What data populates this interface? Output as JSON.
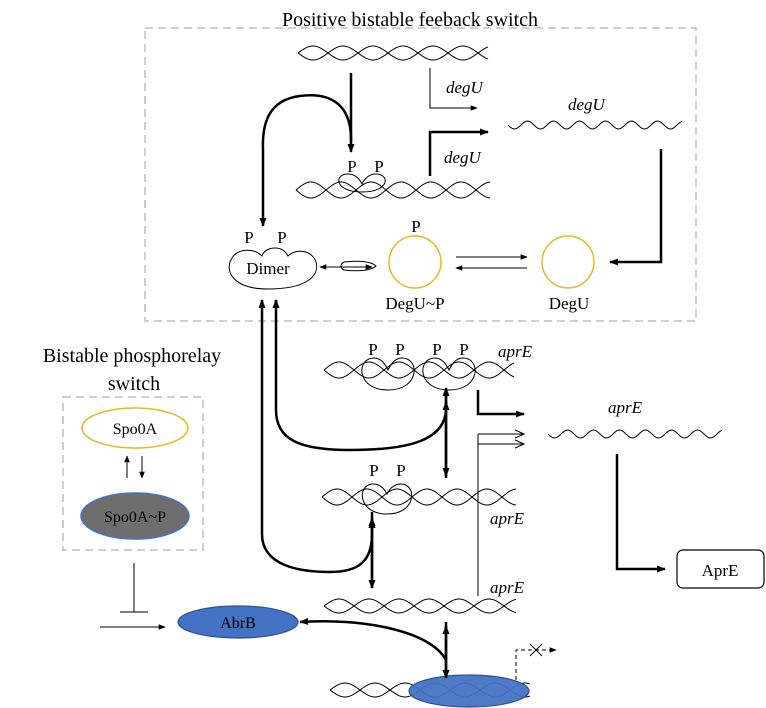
{
  "titles": {
    "degU_switch": "Positive bistable feeback switch",
    "phosphorelay_line1": "Bistable phosphorelay",
    "phosphorelay_line2": "switch"
  },
  "genes": {
    "degU_arrow_upper": "degU",
    "degU_arrow_lower": "degU",
    "degU_mrna": "degU",
    "aprE_top": "aprE",
    "aprE_mrna": "aprE",
    "aprE_mid": "aprE",
    "aprE_low": "aprE"
  },
  "phospho": {
    "p": "P"
  },
  "proteins": {
    "dimer": "Dimer",
    "degU_p": "DegU~P",
    "degU": "DegU",
    "spo0a": "Spo0A",
    "spo0a_p": "Spo0A~P",
    "abrb": "AbrB",
    "apre": "AprE"
  },
  "colors": {
    "yellow_outline": "#E8B820",
    "abrb_fill": "#4472C4",
    "spo0a_p_fill": "#6E6E6E",
    "spo0a_p_stroke": "#4472C4",
    "dashed_box": "#BFBFBF"
  }
}
